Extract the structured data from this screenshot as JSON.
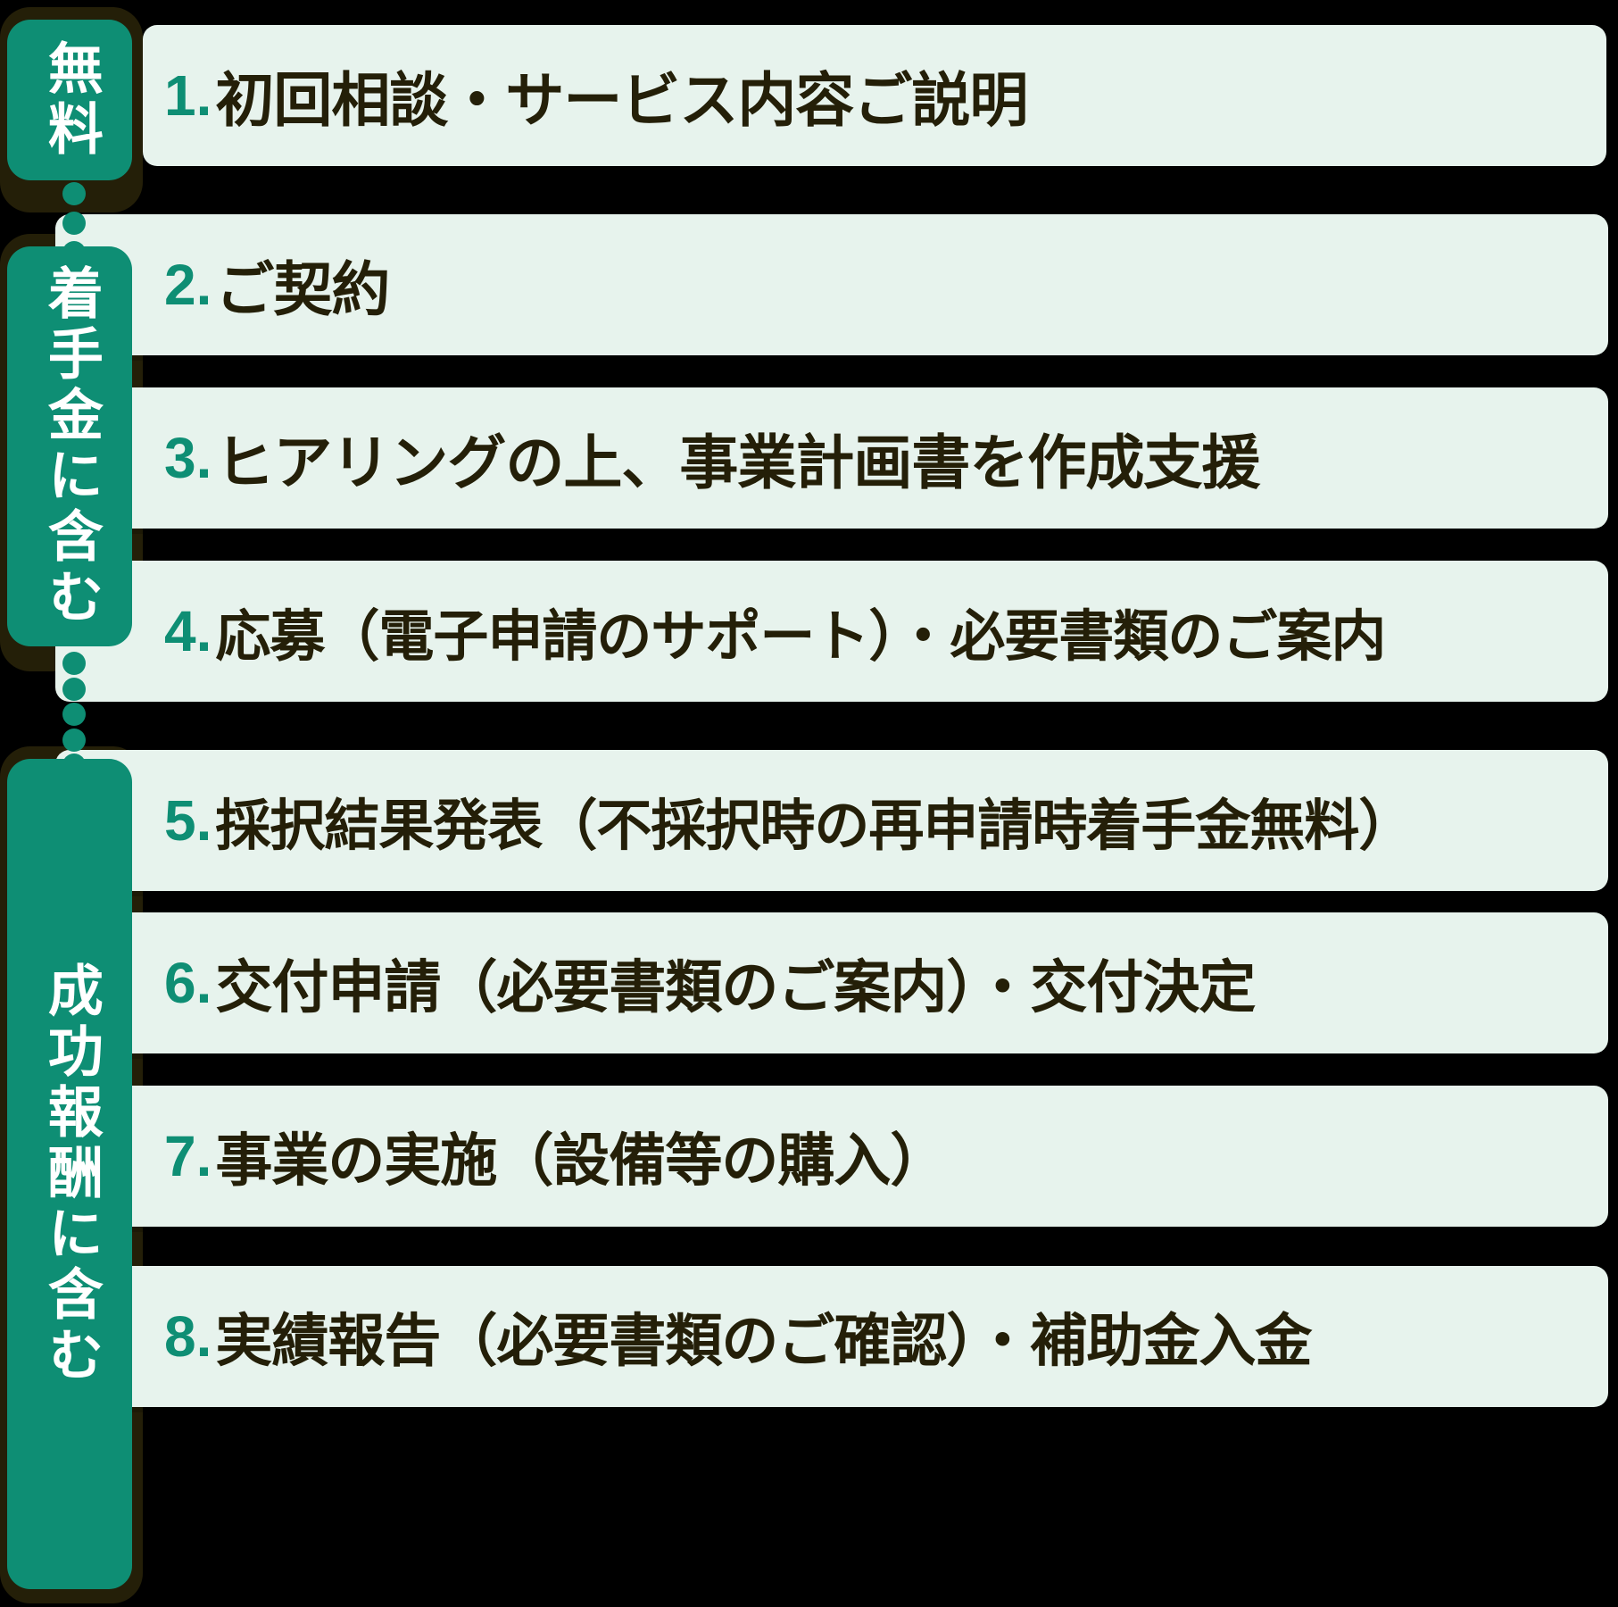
{
  "colors": {
    "accent": "#0e8e74",
    "row_bg": "#e7f3ed",
    "text": "#241f08",
    "plate": "#241f08",
    "page_bg": "#000000"
  },
  "groups": [
    {
      "id": "free",
      "label": "無料",
      "steps": [
        1
      ]
    },
    {
      "id": "retainer",
      "label": "着手金に含む",
      "steps": [
        2,
        3,
        4
      ]
    },
    {
      "id": "success",
      "label": "成功報酬に含む",
      "steps": [
        5,
        6,
        7,
        8
      ]
    }
  ],
  "connectors": [
    {
      "id": "connector-1",
      "dots": 3
    },
    {
      "id": "connector-2",
      "dots": 5
    }
  ],
  "steps": [
    {
      "num": "1.",
      "text": "初回相談・サービス内容ご説明"
    },
    {
      "num": "2.",
      "text": "ご契約"
    },
    {
      "num": "3.",
      "text": "ヒアリングの上、事業計画書を作成支援"
    },
    {
      "num": "4.",
      "text": "応募（電子申請のサポート）・必要書類のご案内"
    },
    {
      "num": "5.",
      "text": "採択結果発表（不採択時の再申請時着手金無料）"
    },
    {
      "num": "6.",
      "text": "交付申請（必要書類のご案内）・交付決定"
    },
    {
      "num": "7.",
      "text": "事業の実施（設備等の購入）"
    },
    {
      "num": "8.",
      "text": "実績報告（必要書類のご確認）・補助金入金"
    }
  ]
}
